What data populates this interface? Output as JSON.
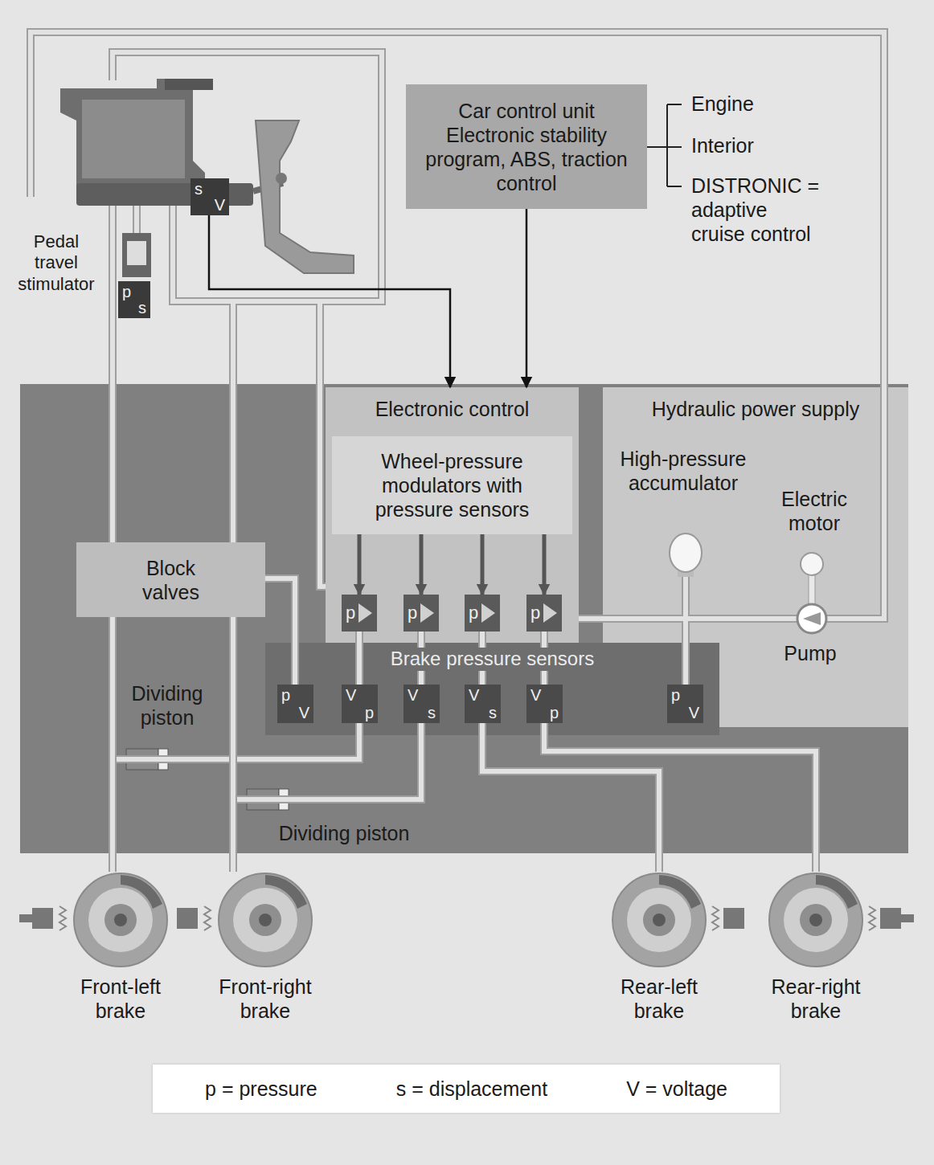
{
  "diagram": {
    "nodes": [
      {
        "text": [
          "Car control unit Electronic stability program, ABS, traction control"
        ]
      },
      {
        "text": [
          "s",
          "V"
        ]
      },
      {
        "text": [
          "p",
          "s"
        ]
      },
      {
        "text": [
          "Electronic control"
        ]
      },
      {
        "text": [
          "Wheel-pressure modulators with pressure sensors"
        ],
        "in": 3
      },
      {
        "text": [
          "p"
        ],
        "in": 3
      },
      {
        "text": [
          "p"
        ],
        "in": 3
      },
      {
        "text": [
          "p"
        ],
        "in": 3
      },
      {
        "text": [
          "p"
        ],
        "in": 3
      },
      {
        "text": [
          "Hydraulic power supply"
        ]
      },
      {
        "text": [
          "Block valves"
        ]
      },
      {
        "text": [
          "Brake pressure sensors"
        ]
      },
      {
        "text": [
          "p",
          "V"
        ],
        "in": 11
      },
      {
        "text": [
          "V",
          "p"
        ],
        "in": 11
      },
      {
        "text": [
          "V",
          "s"
        ],
        "in": 11
      },
      {
        "text": [
          "V",
          "s"
        ],
        "in": 11
      },
      {
        "text": [
          "V",
          "p"
        ],
        "in": 11
      },
      {
        "text": [
          "p",
          "V"
        ],
        "in": 11
      },
      {
        "text": [
          "Front-left brake"
        ]
      },
      {
        "text": [
          "Front-right brake"
        ]
      },
      {
        "text": [
          "Rear-left brake"
        ]
      },
      {
        "text": [
          "Rear-right brake"
        ]
      },
      {
        "text": [
          "p = pressure",
          "s = displacement",
          "V = voltage"
        ]
      }
    ],
    "edges": [
      {
        "from": 1,
        "to": 3,
        "arrow": "to"
      },
      {
        "from": 0,
        "to": 3,
        "arrow": "to"
      },
      {
        "from": 4,
        "to": 5,
        "arrow": "to"
      },
      {
        "from": 4,
        "to": 6,
        "arrow": "to"
      },
      {
        "from": 4,
        "to": 7,
        "arrow": "to"
      },
      {
        "from": 4,
        "to": 8,
        "arrow": "to"
      },
      {
        "from": 5,
        "to": 13,
        "arrow": "none"
      },
      {
        "from": 6,
        "to": 14,
        "arrow": "none"
      },
      {
        "from": 7,
        "to": 15,
        "arrow": "none"
      },
      {
        "from": 8,
        "to": 16,
        "arrow": "none"
      },
      {
        "from": 13,
        "to": 18,
        "arrow": "none"
      },
      {
        "from": 14,
        "to": 19,
        "arrow": "none"
      },
      {
        "from": 15,
        "to": 20,
        "arrow": "none"
      },
      {
        "from": 16,
        "to": 21,
        "arrow": "none"
      },
      {
        "from": 10,
        "to": 18,
        "arrow": "none"
      },
      {
        "from": 10,
        "to": 19,
        "arrow": "none"
      },
      {
        "from": 10,
        "to": 12,
        "arrow": "none"
      }
    ],
    "labels": [
      "Engine",
      "Interior",
      "DISTRONIC = adaptive cruise control",
      "Pedal travel stimulator",
      "High-pressure accumulator",
      "Electric motor",
      "Pump",
      "Dividing piston",
      "Dividing piston"
    ]
  }
}
